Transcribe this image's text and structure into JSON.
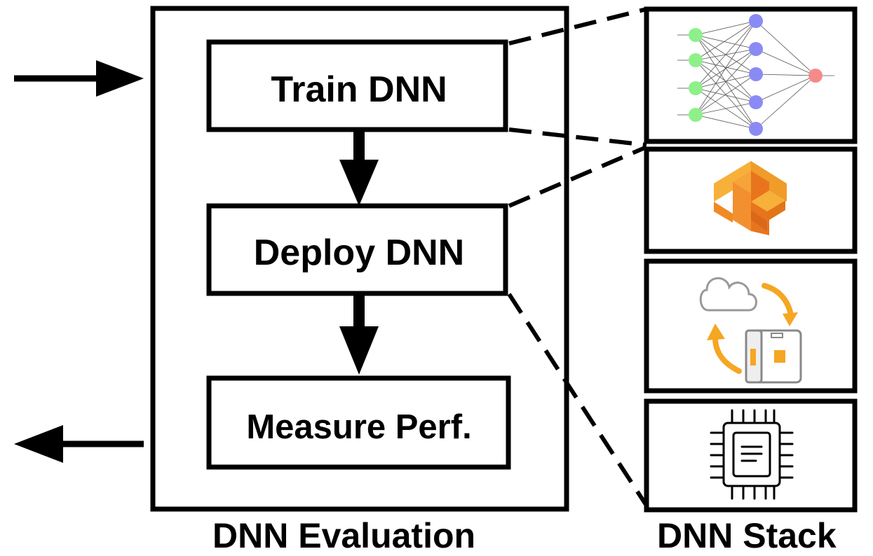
{
  "evaluation": {
    "caption": "DNN Evaluation",
    "steps": [
      {
        "label": "Train DNN"
      },
      {
        "label": "Deploy DNN"
      },
      {
        "label": "Measure Perf."
      }
    ]
  },
  "stack": {
    "caption": "DNN Stack",
    "layers": [
      {
        "icon": "neural-network-icon"
      },
      {
        "icon": "tensorflow-logo"
      },
      {
        "icon": "cloud-edge-sync-icon"
      },
      {
        "icon": "chip-icon"
      }
    ]
  },
  "colors": {
    "input_node": "#8ef08a",
    "hidden_node": "#8a8af5",
    "output_node": "#f58a8a",
    "tf_orange_light": "#f7b03a",
    "tf_orange_dark": "#e8741e",
    "sync_arrow": "#f5a623"
  }
}
